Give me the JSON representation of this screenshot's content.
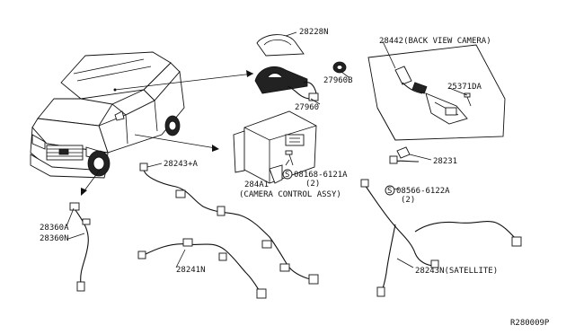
{
  "labels": {
    "l28228n": "28228N",
    "l27960b": "27960B",
    "l27960": "27960",
    "l28442": "28442(BACK VIEW CAMERA)",
    "l25371da": "25371DA",
    "l28243a": "28243+A",
    "l284a1": "284A1",
    "l284a1_desc": "(CAMERA CONTROL ASSY)",
    "l08168": "08168-6121A",
    "l08168_q": "(2)",
    "l28231": "28231",
    "l08566": "08566-6122A",
    "l08566_q": "(2)",
    "l28360a": "28360A",
    "l28360n": "28360N",
    "l28241n": "28241N",
    "l28243n": "28243N(SATELLITE)",
    "screw_mark": "S"
  },
  "footer": {
    "ref_code": "R280009P"
  }
}
